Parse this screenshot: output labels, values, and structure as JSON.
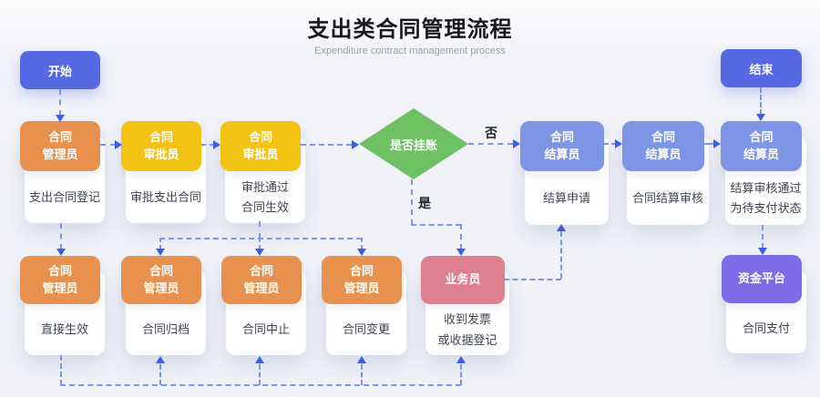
{
  "title": {
    "main": "支出类合同管理流程",
    "subtitle": "Expenditure contract management process"
  },
  "start": {
    "label": "开始"
  },
  "end": {
    "label": "结束"
  },
  "decision": {
    "label": "是否挂账",
    "no_label": "否",
    "yes_label": "是"
  },
  "nodes": {
    "n1": {
      "role": "合同\n管理员",
      "task": "支出合同登记"
    },
    "n2": {
      "role": "合同\n审批员",
      "task": "审批支出合同"
    },
    "n3": {
      "role": "合同\n审批员",
      "task": "审批通过\n合同生效"
    },
    "s1": {
      "role": "合同\n结算员",
      "task": "结算申请"
    },
    "s2": {
      "role": "合同\n结算员",
      "task": "合同结算审核"
    },
    "s3": {
      "role": "合同\n结算员",
      "task": "结算审核通过\n为待支付状态"
    },
    "m1": {
      "role": "合同\n管理员",
      "task": "直接生效"
    },
    "m2": {
      "role": "合同\n管理员",
      "task": "合同归档"
    },
    "m3": {
      "role": "合同\n管理员",
      "task": "合同中止"
    },
    "m4": {
      "role": "合同\n管理员",
      "task": "合同变更"
    },
    "biz": {
      "role": "业务员",
      "task": "收到发票\n或收据登记"
    },
    "fund": {
      "role": "资金平台",
      "task": "合同支付"
    }
  },
  "colors": {
    "start_end": "#5668e2",
    "manager": "#e8914e",
    "approver": "#f2c313",
    "settler": "#7e95e6",
    "clerk": "#dc8090",
    "fund_platform": "#7d6be8",
    "decision": "#6dc162",
    "connector": "#3a5fe5",
    "background": "#f0f2f7"
  }
}
